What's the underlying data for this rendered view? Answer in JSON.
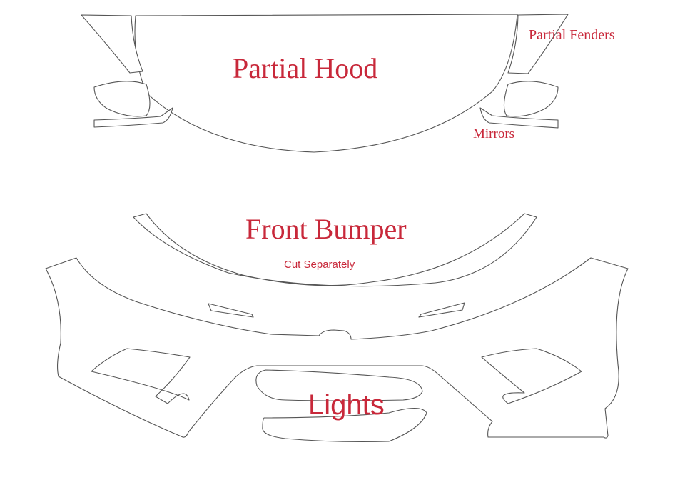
{
  "labels": {
    "partial_hood": "Partial Hood",
    "partial_fenders": "Partial Fenders",
    "mirrors": "Mirrors",
    "front_bumper": "Front Bumper",
    "cut_separately": "Cut Separately",
    "lights": "Lights"
  },
  "colors": {
    "label_text": "#c8283a",
    "outline": "#555555",
    "background": "#ffffff"
  }
}
